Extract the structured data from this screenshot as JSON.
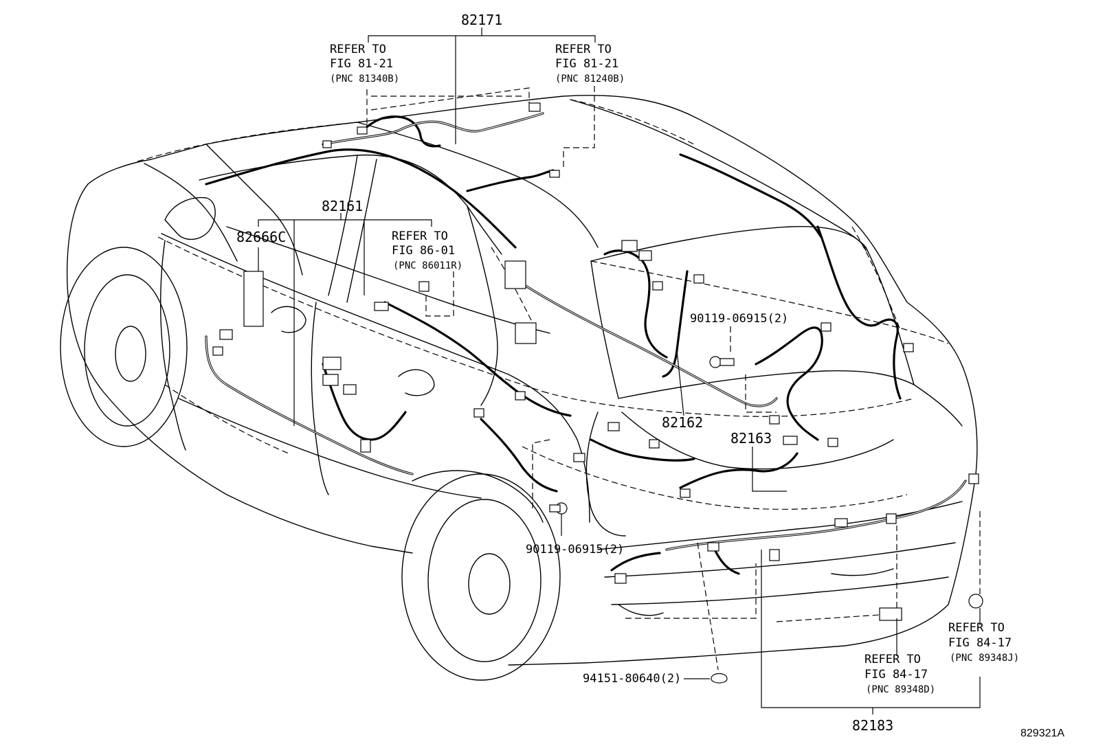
{
  "figure_id": "829321A",
  "labels": {
    "p82171": "82171",
    "p82161": "82161",
    "p82666c": "82666C",
    "p82162": "82162",
    "p82163": "82163",
    "p82183": "82183",
    "bolt_upper": "90119-06915(2)",
    "bolt_lower": "90119-06915(2)",
    "clip_rear": "94151-80640(2)"
  },
  "refs": {
    "roof_left": {
      "line1": "REFER TO",
      "line2": "FIG 81-21",
      "line3": "(PNC 81340B)"
    },
    "roof_right": {
      "line1": "REFER TO",
      "line2": "FIG 81-21",
      "line3": "(PNC 81240B)"
    },
    "door_front": {
      "line1": "REFER TO",
      "line2": "FIG 86-01",
      "line3": "(PNC 86011R)"
    },
    "bumper_mid": {
      "line1": "REFER TO",
      "line2": "FIG 84-17",
      "line3": "(PNC 89348D)"
    },
    "bumper_side": {
      "line1": "REFER TO",
      "line2": "FIG 84-17",
      "line3": "(PNC 89348J)"
    }
  }
}
